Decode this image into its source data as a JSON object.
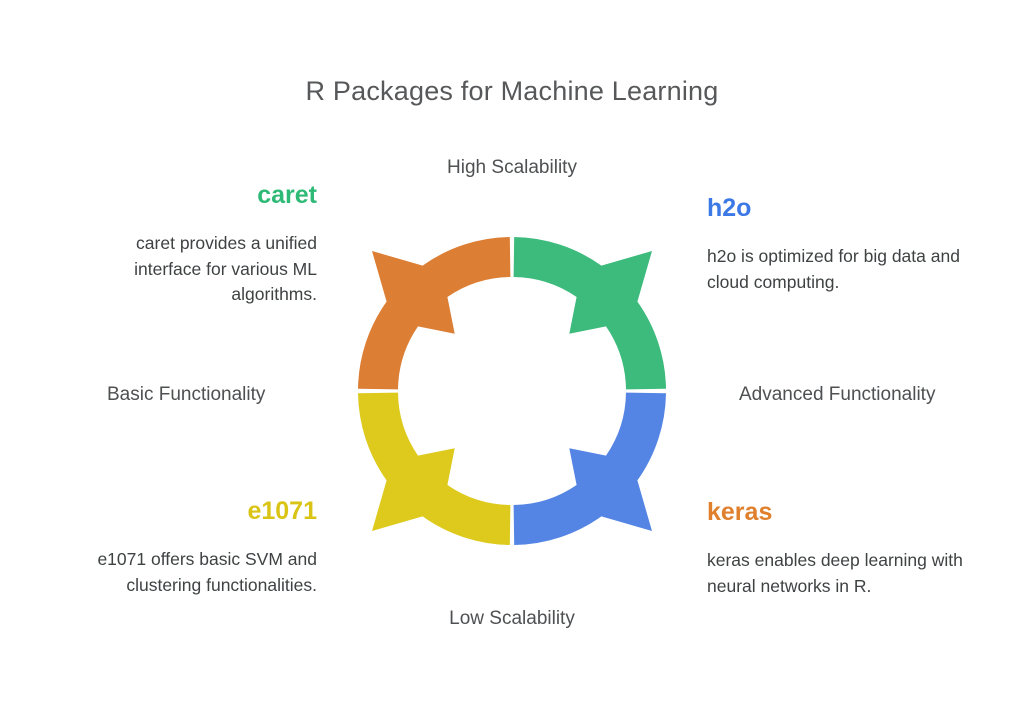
{
  "title": "R Packages for Machine Learning",
  "axis_labels": {
    "top": "High Scalability",
    "bottom": "Low Scalability",
    "left": "Basic Functionality",
    "right": "Advanced Functionality"
  },
  "packages": [
    {
      "name": "caret",
      "description": "caret provides a unified interface for various ML algorithms.",
      "color": "#2eba76",
      "position": "top-left"
    },
    {
      "name": "h2o",
      "description": "h2o is optimized for big data and cloud computing.",
      "color": "#3c79e6",
      "position": "top-right"
    },
    {
      "name": "e1071",
      "description": "e1071 offers basic SVM and clustering functionalities.",
      "color": "#d9c416",
      "position": "bottom-left"
    },
    {
      "name": "keras",
      "description": "keras enables deep learning with neural networks in R.",
      "color": "#e0802c",
      "position": "bottom-right"
    }
  ],
  "diagram": {
    "type": "cycle-arrows",
    "segments": [
      {
        "quadrant": "top-left",
        "color": "#dc7e34"
      },
      {
        "quadrant": "top-right",
        "color": "#3cbb7d"
      },
      {
        "quadrant": "bottom-right",
        "color": "#5585e4"
      },
      {
        "quadrant": "bottom-left",
        "color": "#ddca1d"
      }
    ]
  },
  "colors": {
    "title_text": "#57585a",
    "axis_text": "#4e5052",
    "body_text": "#3f4243",
    "background": "#ffffff"
  }
}
